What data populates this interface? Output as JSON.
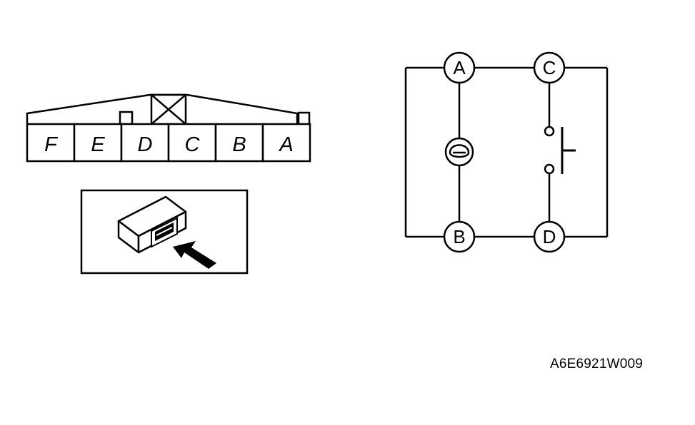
{
  "connector": {
    "pins": [
      "F",
      "E",
      "D",
      "C",
      "B",
      "A"
    ]
  },
  "schematic": {
    "nodes": {
      "top_left": "A",
      "top_right": "C",
      "bottom_left": "B",
      "bottom_right": "D"
    },
    "components": [
      "indicator-lamp",
      "push-switch"
    ]
  },
  "figure_code": "A6E6921W009"
}
